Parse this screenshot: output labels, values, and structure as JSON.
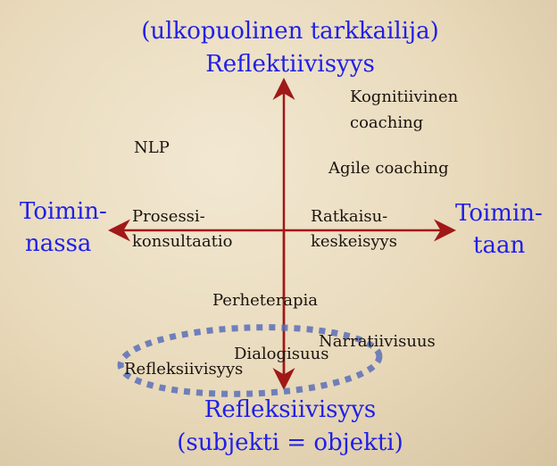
{
  "top_axis": {
    "subtitle": "(ulkopuolinen tarkkailija)",
    "title": "Reflektiivisyys"
  },
  "bottom_axis": {
    "title": "Refleksiivisyys",
    "subtitle": "(subjekti = objekti)"
  },
  "left_axis": {
    "line1": "Toimin-",
    "line2": "nassa"
  },
  "right_axis": {
    "line1": "Toimin-",
    "line2": "taan"
  },
  "items": {
    "kognitiivinen": {
      "line1": "Kognitiivinen",
      "line2": "coaching"
    },
    "nlp": "NLP",
    "agile": "Agile coaching",
    "prosessi": {
      "line1": "Prosessi-",
      "line2": "konsultaatio"
    },
    "ratkaisu": {
      "line1": "Ratkaisu-",
      "line2": "keskeisyys"
    },
    "perheterapia": "Perheterapia",
    "narratiivisuus": "Narratiivisuus",
    "dialogisuus": "Dialogisuus",
    "refleksiivisyys": "Refleksiivisyys"
  },
  "colors": {
    "axis": "#a01818",
    "label": "#1f1fe8",
    "ellipse": "#5a6fb8"
  }
}
